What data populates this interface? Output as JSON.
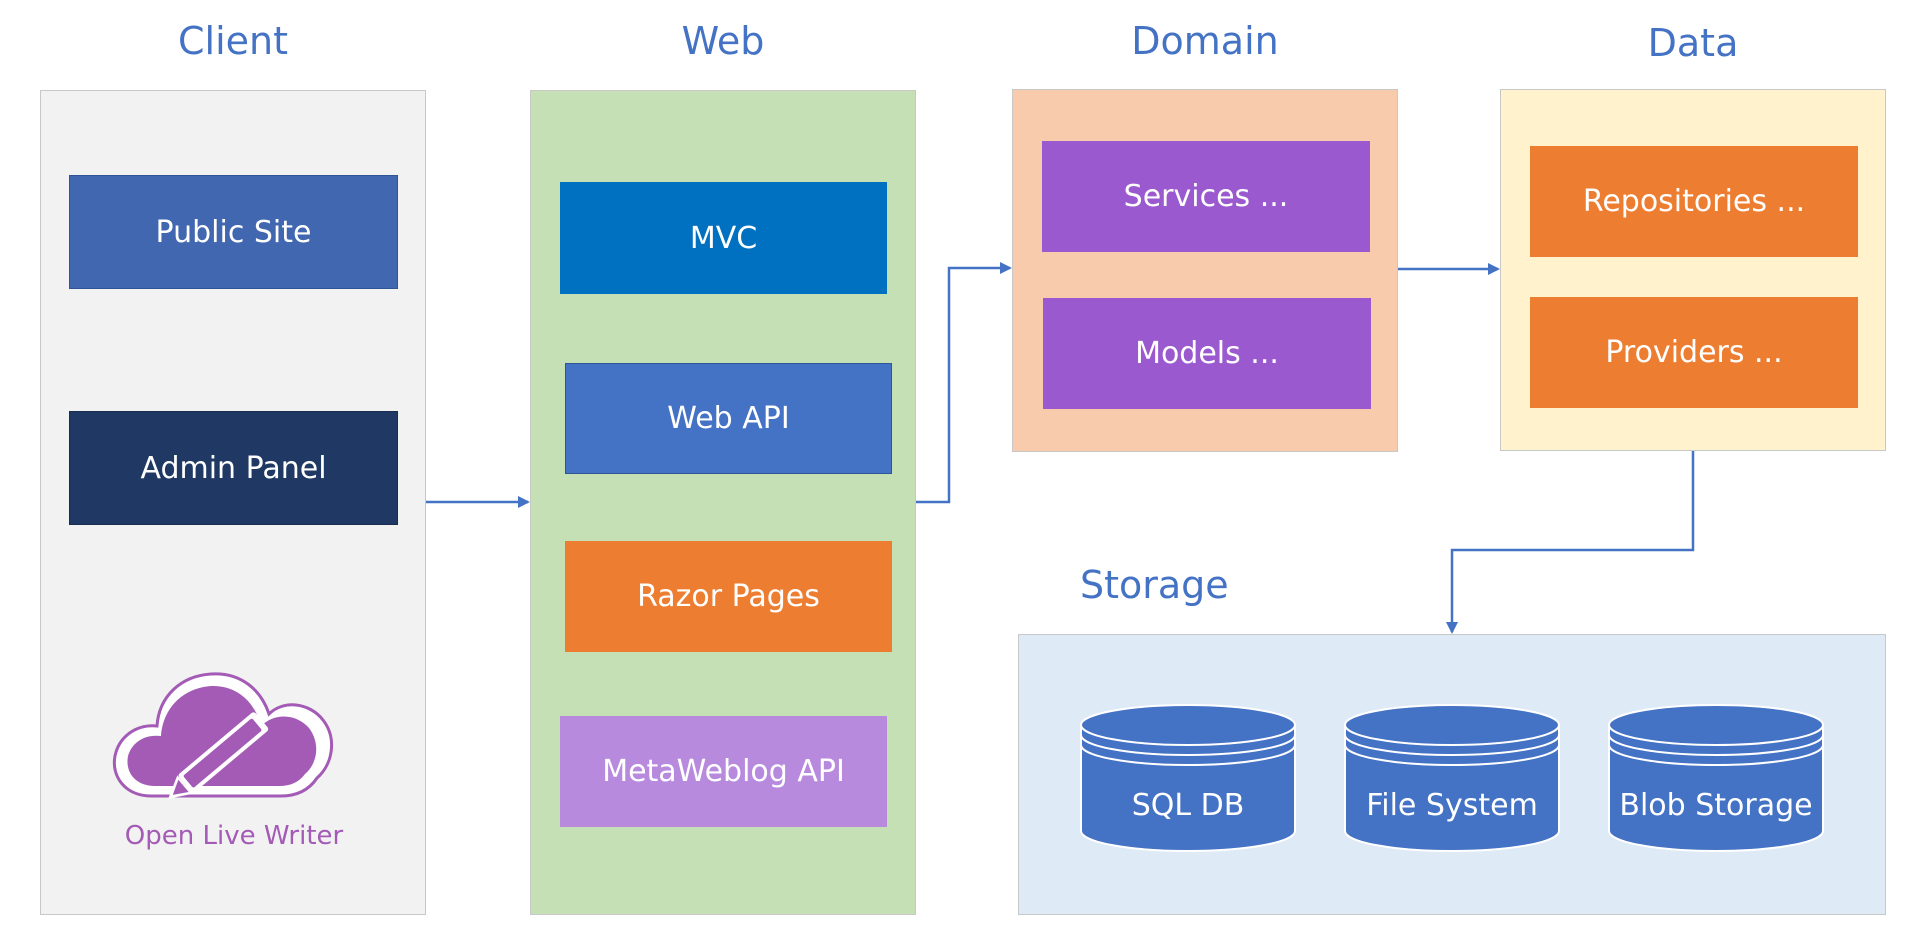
{
  "columns": {
    "client": {
      "title": "Client",
      "boxes": [
        "Public Site",
        "Admin Panel"
      ],
      "app_label": "Open Live Writer",
      "app_icon": "cloud-pencil-icon"
    },
    "web": {
      "title": "Web",
      "boxes": [
        "MVC",
        "Web API",
        "Razor Pages",
        "MetaWeblog API"
      ]
    },
    "domain": {
      "title": "Domain",
      "boxes": [
        "Services ...",
        "Models ..."
      ]
    },
    "data": {
      "title": "Data",
      "boxes": [
        "Repositories ...",
        "Providers ..."
      ]
    },
    "storage": {
      "title": "Storage",
      "stores": [
        "SQL DB",
        "File System",
        "Blob Storage"
      ]
    }
  },
  "colors": {
    "heading": "#4472C4",
    "client_panel": "#F2F2F2",
    "web_panel": "#C5E0B4",
    "domain_panel": "#F8CBAD",
    "data_panel": "#FFF2CC",
    "storage_panel": "#DEEBF7",
    "public_site": "#4167B1",
    "admin_panel": "#203864",
    "mvc": "#0070C0",
    "web_api": "#4472C4",
    "razor_pages": "#ED7D31",
    "metaweblog": "#B78ADE",
    "domain_boxes": "#9B59CF",
    "data_boxes": "#ED7D31",
    "cylinder": "#4472C4",
    "connector": "#4472C4",
    "writer_purple": "#A35BB5"
  }
}
